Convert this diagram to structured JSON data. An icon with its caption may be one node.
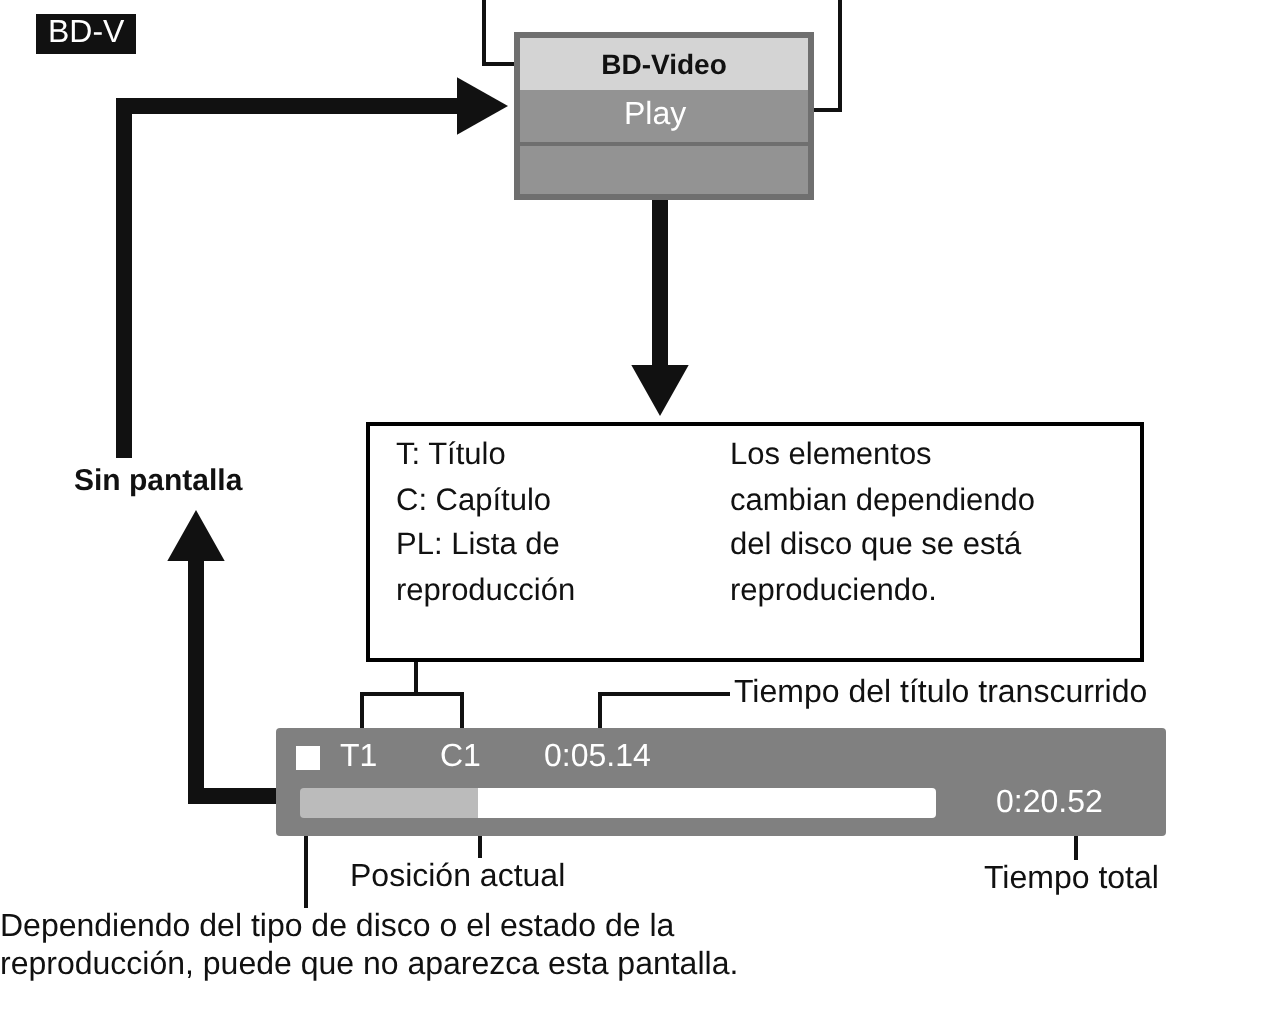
{
  "diagram": {
    "nodes": [
      {
        "text": [],
        "shape": "box"
      },
      {
        "text": [
          "BD-Video"
        ],
        "in": 0
      },
      {
        "text": [
          "Play"
        ],
        "in": 0
      },
      {
        "text": [
          "Sin pantalla"
        ]
      },
      {
        "text": [
          "T: Título",
          "C: Capítulo",
          "PL: Lista de reproducción",
          "Los elementos cambian dependiendo del disco que se está reproduciendo."
        ]
      },
      {
        "text": [],
        "shape": "bar"
      },
      {
        "text": [
          "T1"
        ],
        "in": 5
      },
      {
        "text": [
          "C1"
        ],
        "in": 5
      },
      {
        "text": [
          "0:05.14"
        ],
        "in": 5
      },
      {
        "text": [],
        "shape": "bar",
        "in": 5
      },
      {
        "text": [
          "0:20.52"
        ],
        "in": 5
      },
      {
        "text": [
          "Tiempo del título transcurrido"
        ]
      },
      {
        "text": [
          "Posición actual"
        ]
      },
      {
        "text": [
          "Tiempo total"
        ]
      },
      {
        "text": [
          "Dependiendo del tipo de disco o el estado de la reproducción, puede que no aparezca esta pantalla."
        ]
      }
    ],
    "edges": [
      {
        "from": null,
        "to": 1,
        "arrow": "none"
      },
      {
        "from": null,
        "to": 2,
        "arrow": "none"
      },
      {
        "from": 0,
        "to": 4,
        "arrow": "to",
        "style": "thick"
      },
      {
        "from": 5,
        "to": 3,
        "arrow": "to",
        "style": "thick"
      },
      {
        "from": 3,
        "to": 0,
        "arrow": "to",
        "style": "thick"
      },
      {
        "from": 4,
        "to": 6,
        "arrow": "none"
      },
      {
        "from": 4,
        "to": 7,
        "arrow": "none"
      },
      {
        "from": 11,
        "to": 8,
        "arrow": "none"
      },
      {
        "from": 12,
        "to": 9,
        "arrow": "none"
      },
      {
        "from": 13,
        "to": 10,
        "arrow": "none"
      },
      {
        "from": 14,
        "to": 9,
        "arrow": "none"
      }
    ],
    "labels": [
      "BD-V"
    ]
  }
}
